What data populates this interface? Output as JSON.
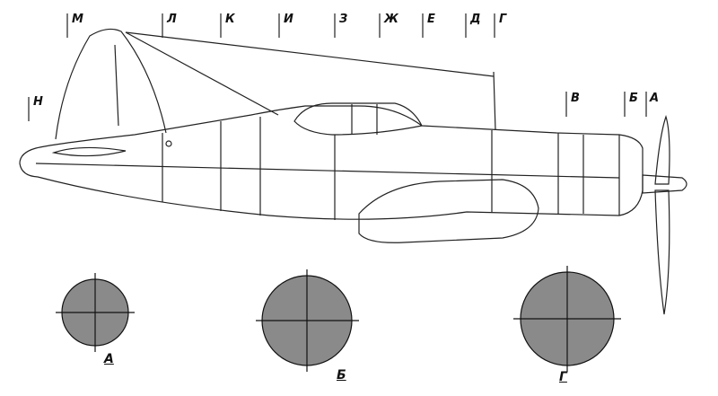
{
  "station_labels": {
    "m": "М",
    "l": "Л",
    "k": "К",
    "i": "И",
    "z": "З",
    "zh": "Ж",
    "e": "Е",
    "d": "Д",
    "g": "Г",
    "n": "Н",
    "v": "В",
    "b": "Б",
    "a": "А"
  },
  "section_labels": {
    "a": "А",
    "b": "Б",
    "g": "Г"
  },
  "colors": {
    "line": "#222222",
    "section_fill": "#8a8a8a"
  }
}
